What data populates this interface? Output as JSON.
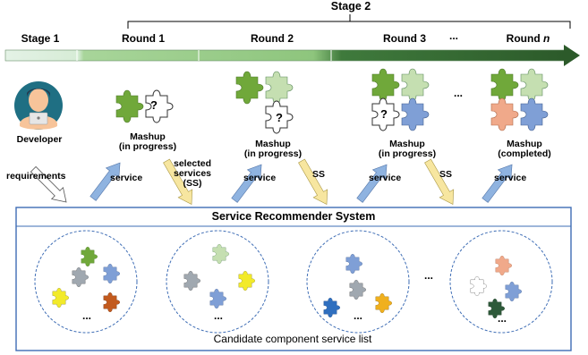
{
  "top_bracket_label": "Stage 2",
  "stages": {
    "stage1": "Stage 1",
    "round1": "Round 1",
    "round2": "Round 2",
    "round3": "Round 3",
    "ellipsis": "...",
    "roundn_prefix": "Round ",
    "roundn_var": "n"
  },
  "developer_label": "Developer",
  "mashups": [
    {
      "line1": "Mashup",
      "line2": "(in progress)"
    },
    {
      "line1": "Mashup",
      "line2": "(in progress)"
    },
    {
      "line1": "Mashup",
      "line2": "(in progress)"
    },
    {
      "line1": "Mashup",
      "line2": "(completed)"
    }
  ],
  "arrow_labels": {
    "requirements": "requirements",
    "service": "service",
    "selected": "selected",
    "services": "services",
    "ss_paren": "(SS)",
    "ss": "SS"
  },
  "recommender": {
    "title": "Service Recommender System",
    "candidate_label": "Candidate component service list",
    "ellipsis": "...",
    "dots": "..."
  },
  "question_mark": "?",
  "colors": {
    "timeline_light": "#dbeee0",
    "timeline_dark": "#2e5e2e",
    "puzzle_green": "#70a83a",
    "puzzle_light_green": "#c5dfb1",
    "puzzle_blue": "#7f9fd6",
    "puzzle_orange": "#f0a98a",
    "box_border": "#3e6db5",
    "arrow_blue": "#8fb3e0",
    "arrow_yellow": "#f7e6a0"
  }
}
